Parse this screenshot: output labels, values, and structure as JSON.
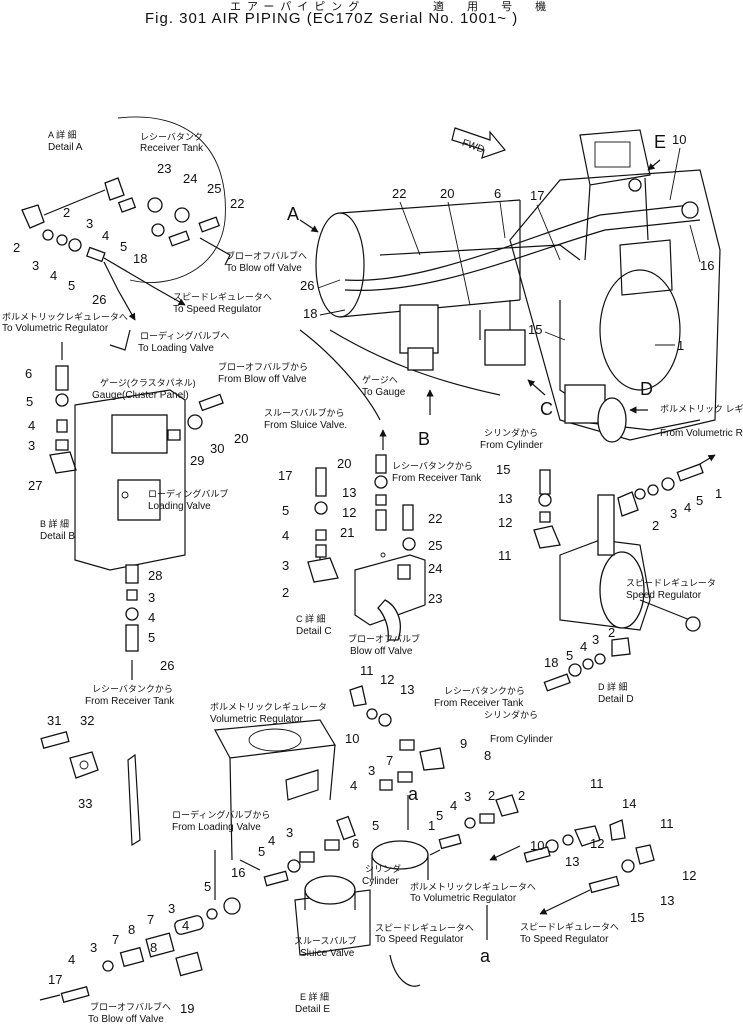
{
  "header": {
    "kana_left": "エアーパイピング",
    "kana_right": "適 用 号 機",
    "title": "Fig. 301   AIR PIPING   (EC170Z Serial No. 1001~ )"
  },
  "fwd_arrow_label": "FWD",
  "view_letters": {
    "A": "A",
    "B": "B",
    "C": "C",
    "D": "D",
    "E": "E",
    "a_top": "a",
    "a_bottom": "a"
  },
  "details": {
    "A": {
      "jp": "A 詳 細",
      "en": "Detail A"
    },
    "B": {
      "jp": "B 詳 細",
      "en": "Detail B"
    },
    "C": {
      "jp": "C 詳 細",
      "en": "Detail C"
    },
    "D": {
      "jp": "D 詳 細",
      "en": "Detail D"
    },
    "E": {
      "jp": "E 詳 細",
      "en": "Detail E"
    }
  },
  "labels": {
    "receiver_tank_a": {
      "jp": "レシーバタンク",
      "en": "Receiver Tank"
    },
    "to_blow_off_a": {
      "jp": "ブローオフバルブへ",
      "en": "To Blow off Valve"
    },
    "to_speed_reg_a": {
      "jp": "スピードレギュレータへ",
      "en": "To Speed Regulator"
    },
    "to_vol_reg_a": {
      "jp": "ボルメトリックレギュレータへ",
      "en": "To Volumetric Regulator"
    },
    "to_loading_a": {
      "jp": "ローディングバルブへ",
      "en": "To Loading Valve"
    },
    "from_blow_off_b": {
      "jp": "ブローオフバルブから",
      "en": "From Blow off Valve"
    },
    "gauge_b": {
      "jp": "ゲージ(クラスタパネル)",
      "en": "Gauge(Cluster Panel)"
    },
    "loading_valve_b": {
      "jp": "ローディングバルブ",
      "en": "Loading Valve"
    },
    "from_receiver_b": {
      "jp": "レシーバタンクから",
      "en": "From Receiver Tank"
    },
    "to_gauge_c": {
      "jp": "ゲージへ",
      "en": "To Gauge"
    },
    "from_sluice_c": {
      "jp": "スルースバルブから",
      "en": "From Sluice Valve."
    },
    "from_receiver_c": {
      "jp": "レシーバタンクから",
      "en": "From Receiver Tank"
    },
    "blow_off_c": {
      "jp": "ブローオフバルブ",
      "en": "Blow off Valve"
    },
    "from_cylinder_d": {
      "jp": "シリンダから",
      "en": "From Cylinder"
    },
    "from_vol_reg_d": {
      "jp": "ボルメトリック レギュレータから",
      "en": "From Volumetric Regulator"
    },
    "speed_reg_d": {
      "jp": "スピードレギュレータ",
      "en": "Speed Regulator"
    },
    "from_receiver_d": {
      "jp": "レシーバタンクから",
      "en": "From Receiver Tank"
    },
    "from_cylinder_d2": {
      "jp": "シリンダから",
      "en": "From Cylinder"
    },
    "vol_reg_e": {
      "jp": "ボルメトリックレギュレータ",
      "en": "Volumetric Regulator"
    },
    "from_loading_e": {
      "jp": "ローディングバルブから",
      "en": "From Loading Valve"
    },
    "cylinder_e": {
      "jp": "シリンダ",
      "en": "Cylinder"
    },
    "to_vol_reg_e": {
      "jp": "ボルメトリックレギュレータへ",
      "en": "To Volumetric Regulator"
    },
    "to_speed_reg_e": {
      "jp": "スピードレギュレータへ",
      "en": "To Speed Regulator"
    },
    "to_speed_reg_e2": {
      "jp": "スピードレギュレータへ",
      "en": "To Speed Regulator"
    },
    "sluice_valve_e": {
      "jp": "スルースバルブ",
      "en": "Sluice Valve"
    },
    "to_blow_off_e": {
      "jp": "ブローオフバルブへ",
      "en": "To Blow off Valve"
    }
  },
  "callouts": {
    "main": [
      "22",
      "20",
      "6",
      "17",
      "10",
      "16",
      "26",
      "18",
      "15",
      "1"
    ],
    "detail_a": [
      "23",
      "24",
      "25",
      "22",
      "2",
      "3",
      "4",
      "5",
      "18",
      "2",
      "3",
      "4",
      "5",
      "26"
    ],
    "detail_b": [
      "6",
      "5",
      "4",
      "3",
      "27",
      "20",
      "30",
      "29",
      "28",
      "3",
      "4",
      "5",
      "26"
    ],
    "detail_c": [
      "20",
      "13",
      "12",
      "21",
      "22",
      "25",
      "24",
      "23",
      "17",
      "5",
      "4",
      "3",
      "2"
    ],
    "detail_d": [
      "1",
      "5",
      "4",
      "3",
      "2",
      "15",
      "13",
      "12",
      "11",
      "2",
      "3",
      "4",
      "5",
      "18"
    ],
    "loose_parts": [
      "31",
      "32",
      "33"
    ],
    "detail_e": [
      "11",
      "12",
      "13",
      "10",
      "9",
      "8",
      "2",
      "3",
      "7",
      "4",
      "5",
      "6",
      "1",
      "5",
      "4",
      "3",
      "2",
      "3",
      "4",
      "5",
      "16",
      "5",
      "3",
      "4",
      "7",
      "8",
      "3",
      "7",
      "8",
      "4",
      "17",
      "19",
      "11",
      "14",
      "11",
      "12",
      "13",
      "10",
      "13",
      "12",
      "15"
    ]
  }
}
